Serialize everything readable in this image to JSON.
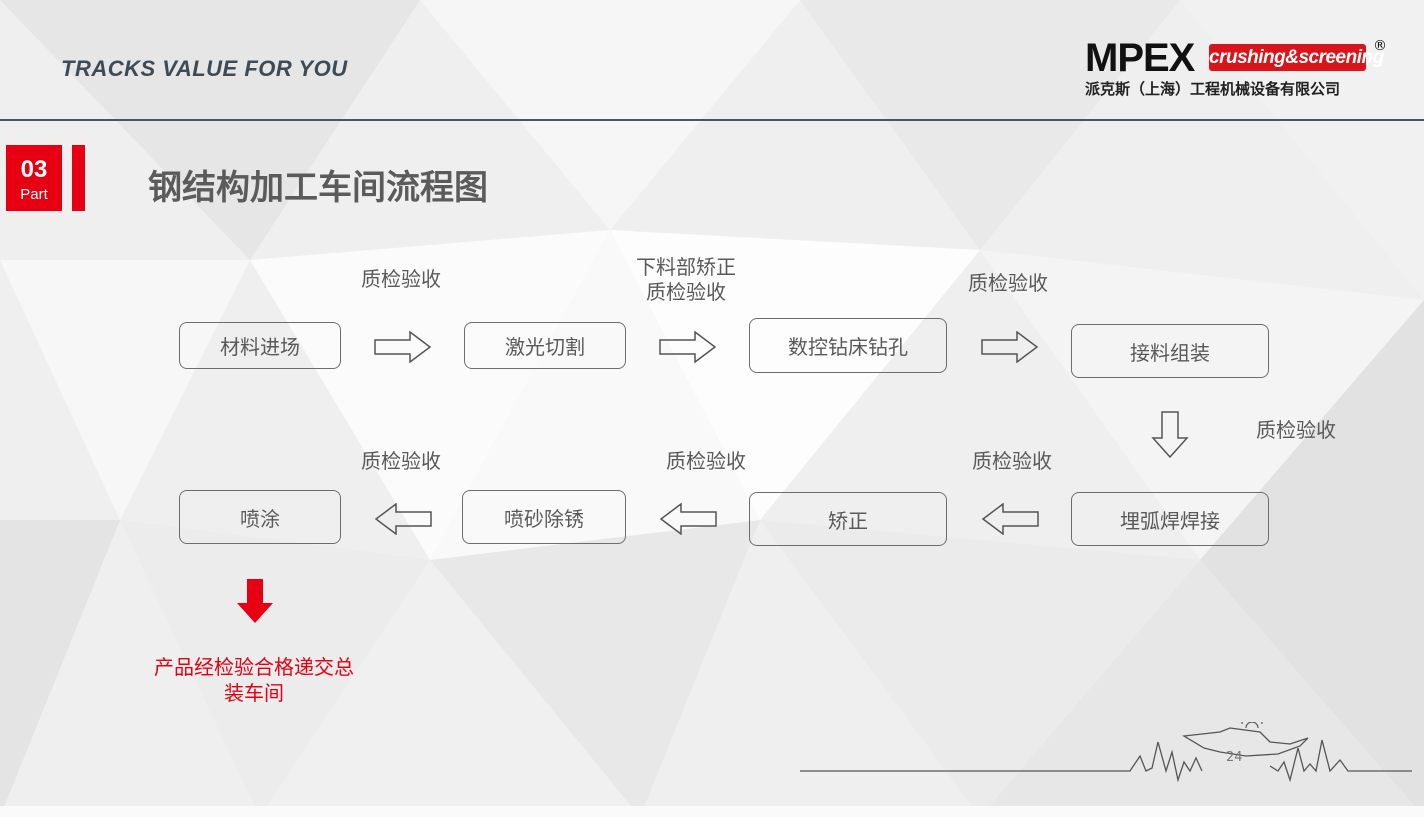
{
  "header": {
    "tagline": "TRACKS VALUE FOR YOU",
    "logo": {
      "brand": "MPEX",
      "tag": "crushing&screening",
      "registered": "®",
      "company": "派克斯（上海）工程机械设备有限公司",
      "accent_color": "#d9141b"
    }
  },
  "section": {
    "number": "03",
    "label": "Part",
    "accent_color": "#e60012"
  },
  "page_title": "钢结构加工车间流程图",
  "flow": {
    "steps": [
      "材料进场",
      "激光切割",
      "数控钻床钻孔",
      "接料组装",
      "埋弧焊焊接",
      "矫正",
      "喷砂除锈",
      "喷涂"
    ],
    "checks": {
      "c1": "质检验收",
      "c2_line1": "下料部矫正",
      "c2_line2": "质检验收",
      "c3": "质检验收",
      "c4": "质检验收",
      "c5": "质检验收",
      "c6": "质检验收",
      "c7": "质检验收"
    },
    "final_note_line1": "产品经检验合格递交总",
    "final_note_line2": "装车间"
  },
  "footer": {
    "page_number": "24"
  }
}
